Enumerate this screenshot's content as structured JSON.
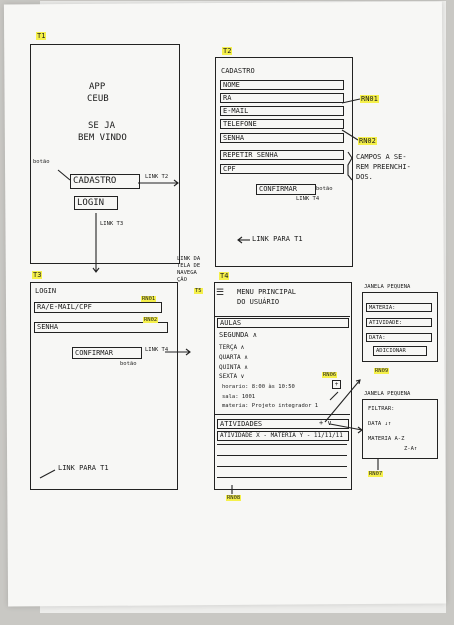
{
  "screens": {
    "t1": {
      "tag": "T1",
      "app": "APP",
      "ceub": "CEUB",
      "seja": "SE JA",
      "bemvindo": "BEM VINDO",
      "botao": "botão",
      "cadastro": "CADASTRO",
      "login": "LOGIN",
      "link_t2": "LINK T2",
      "link_t3": "LINK T3"
    },
    "t2": {
      "tag": "T2",
      "title": "CADASTRO",
      "fields": [
        "NOME",
        "RA",
        "E-MAIL",
        "TELEFONE",
        "SENHA",
        "REPETIR SENHA",
        "CPF"
      ],
      "rn01": "RN01",
      "rn02": "RN02",
      "note": "CAMPOS A SE-\nREM PREENCHI-\nDOS.",
      "confirmar": "CONFIRMAR",
      "botao": "botão",
      "link_t4": "LINK T4",
      "link_t1": "LINK PARA T1"
    },
    "t3": {
      "tag": "T3",
      "title": "LOGIN",
      "field1": "RA/E-MAIL/CPF",
      "field2": "SENHA",
      "rn01": "RN01",
      "rn02": "RN02",
      "confirmar": "CONFIRMAR",
      "botao": "botão",
      "link_t4": "LINK T4",
      "link_t1": "LINK PARA T1",
      "side_link": "LINK DA\nTELA DE\nNAVEGA\nÇÃO",
      "t5": "T5"
    },
    "t4": {
      "tag": "T4",
      "title": "MENU PRINCIPAL",
      "subtitle": "DO USUÁRIO",
      "aulas": "AULAS",
      "days": [
        "SEGUNDA ∧",
        "TERÇA ∧",
        "QUARTA ∧",
        "QUINTA ∧",
        "SEXTA ∨"
      ],
      "horario": "horario: 8:00 às 10:50",
      "sala": "sala: 1001",
      "materia": "materia: Projeto integrador 1",
      "rn06": "RN06",
      "atividades": "ATIVIDADES",
      "atividade_row": "ATIVIDADE X - MATERIA Y - 11/11/11",
      "rn08": "RN08",
      "rn09": "RN09"
    },
    "janela1": {
      "title": "JANELA PEQUENA",
      "fields": [
        "MATERIA:",
        "ATIVIDADE:",
        "DATA:"
      ],
      "button": "ADICIONAR"
    },
    "janela2": {
      "title": "JANELA PEQUENA",
      "filtrar": "FILTRAR:",
      "data": "DATA ↓↑",
      "materia": "MATERIA A-Z",
      "za": "Z-A↑",
      "rn07": "RN07"
    }
  }
}
